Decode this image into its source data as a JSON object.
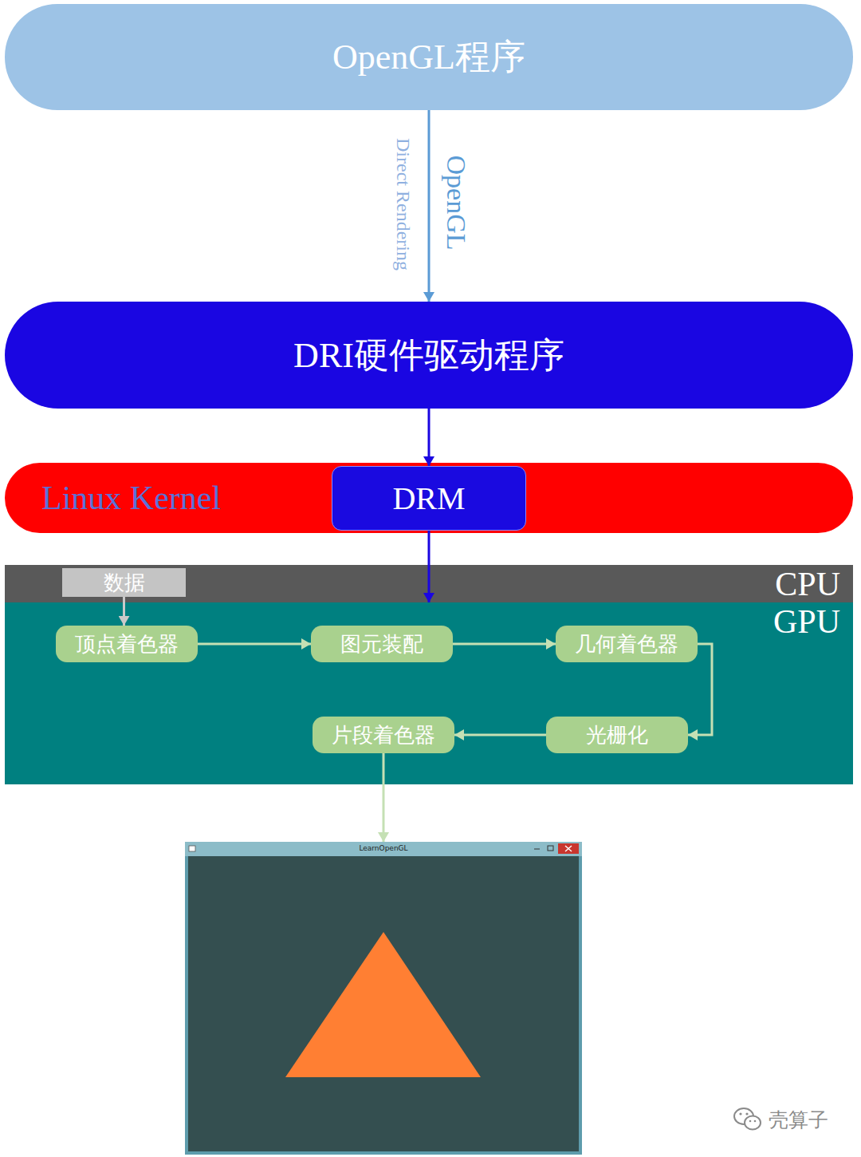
{
  "diagram": {
    "nodes": [
      {
        "text": [
          "OpenGL程序"
        ]
      },
      {
        "text": [
          "DRI硬件驱动程序"
        ]
      },
      {
        "text": [
          "Linux Kernel"
        ]
      },
      {
        "text": [
          "DRM"
        ],
        "in": 2
      },
      {
        "text": [
          "CPU"
        ]
      },
      {
        "text": [
          "数据"
        ],
        "in": 4
      },
      {
        "text": [
          "GPU"
        ]
      },
      {
        "text": [
          "顶点着色器"
        ],
        "in": 6
      },
      {
        "text": [
          "图元装配"
        ],
        "in": 6
      },
      {
        "text": [
          "几何着色器"
        ],
        "in": 6
      },
      {
        "text": [
          "片段着色器"
        ],
        "in": 6
      },
      {
        "text": [
          "光栅化"
        ],
        "in": 6
      },
      {
        "text": [
          "LearnOpenGL"
        ]
      }
    ],
    "edges": [
      {
        "from": 0,
        "to": 1,
        "arrow": "to",
        "label": "OpenGL"
      },
      {
        "from": 1,
        "to": 3,
        "arrow": "to"
      },
      {
        "from": 3,
        "to": 6,
        "arrow": "to"
      },
      {
        "from": 5,
        "to": 7,
        "arrow": "to"
      },
      {
        "from": 7,
        "to": 8,
        "arrow": "to"
      },
      {
        "from": 8,
        "to": 9,
        "arrow": "to"
      },
      {
        "from": 9,
        "to": 11,
        "arrow": "to"
      },
      {
        "from": 11,
        "to": 10,
        "arrow": "to"
      },
      {
        "from": 10,
        "to": 12,
        "arrow": "to"
      }
    ],
    "labels": [
      "Direct Rendering",
      "壳算子"
    ]
  }
}
